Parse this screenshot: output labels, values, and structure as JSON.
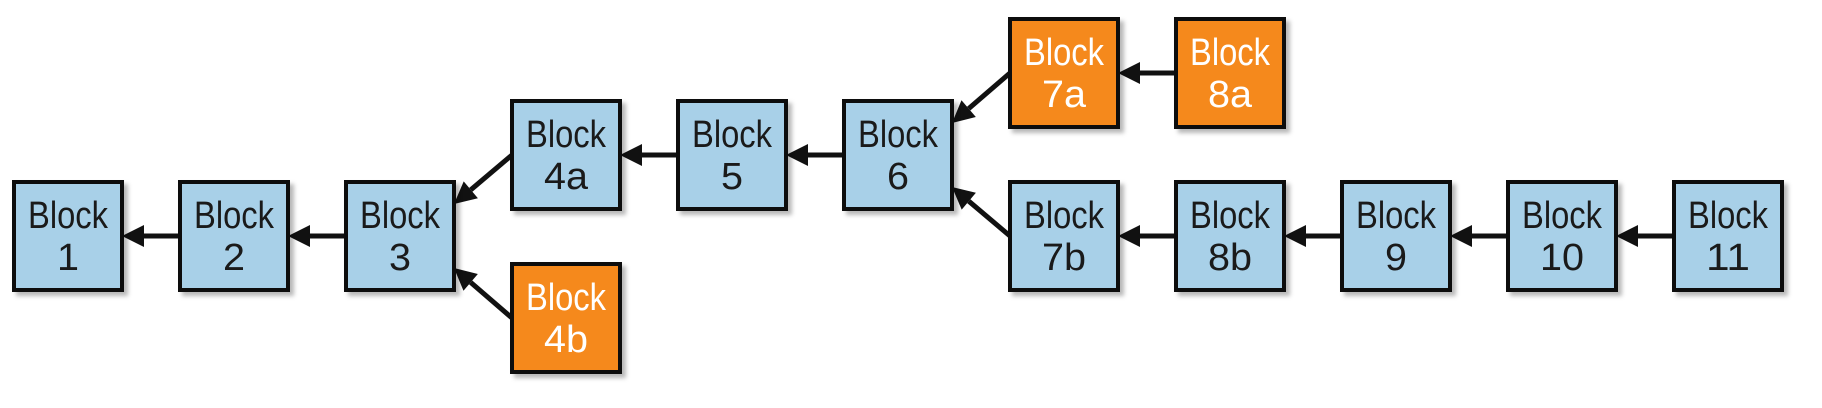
{
  "colors": {
    "main_chain": "#a8d0e8",
    "orphan": "#f5891e",
    "border": "#111111",
    "arrow": "#111111",
    "text_main": "#1a1a1a",
    "text_orphan": "#ffffff"
  },
  "blocks": [
    {
      "id": "b1",
      "line1": "Block",
      "line2": "1",
      "kind": "main"
    },
    {
      "id": "b2",
      "line1": "Block",
      "line2": "2",
      "kind": "main"
    },
    {
      "id": "b3",
      "line1": "Block",
      "line2": "3",
      "kind": "main"
    },
    {
      "id": "b4a",
      "line1": "Block",
      "line2": "4a",
      "kind": "main"
    },
    {
      "id": "b4b",
      "line1": "Block",
      "line2": "4b",
      "kind": "orphan"
    },
    {
      "id": "b5",
      "line1": "Block",
      "line2": "5",
      "kind": "main"
    },
    {
      "id": "b6",
      "line1": "Block",
      "line2": "6",
      "kind": "main"
    },
    {
      "id": "b7a",
      "line1": "Block",
      "line2": "7a",
      "kind": "orphan"
    },
    {
      "id": "b8a",
      "line1": "Block",
      "line2": "8a",
      "kind": "orphan"
    },
    {
      "id": "b7b",
      "line1": "Block",
      "line2": "7b",
      "kind": "main"
    },
    {
      "id": "b8b",
      "line1": "Block",
      "line2": "8b",
      "kind": "main"
    },
    {
      "id": "b9",
      "line1": "Block",
      "line2": "9",
      "kind": "main"
    },
    {
      "id": "b10",
      "line1": "Block",
      "line2": "10",
      "kind": "main"
    },
    {
      "id": "b11",
      "line1": "Block",
      "line2": "11",
      "kind": "main"
    }
  ],
  "links": [
    {
      "from": "b2",
      "to": "b1"
    },
    {
      "from": "b3",
      "to": "b2"
    },
    {
      "from": "b4a",
      "to": "b3"
    },
    {
      "from": "b4b",
      "to": "b3"
    },
    {
      "from": "b5",
      "to": "b4a"
    },
    {
      "from": "b6",
      "to": "b5"
    },
    {
      "from": "b7a",
      "to": "b6"
    },
    {
      "from": "b7b",
      "to": "b6"
    },
    {
      "from": "b8a",
      "to": "b7a"
    },
    {
      "from": "b8b",
      "to": "b7b"
    },
    {
      "from": "b9",
      "to": "b8b"
    },
    {
      "from": "b10",
      "to": "b9"
    },
    {
      "from": "b11",
      "to": "b10"
    }
  ]
}
